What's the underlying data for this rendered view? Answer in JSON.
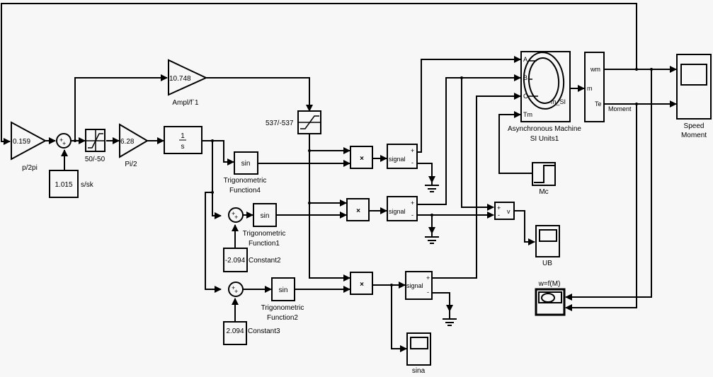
{
  "diagram": {
    "type": "simulink-block-diagram",
    "blocks": {
      "gain_p2pi": {
        "value": "0.159",
        "label": "p/2pi"
      },
      "sum1": {
        "signs": "++"
      },
      "const_ssk": {
        "value": "1.015",
        "label": "s/sk"
      },
      "sat1": {
        "label": "50/-50"
      },
      "gain_pi2": {
        "value": "6.28",
        "label": "Pi/2"
      },
      "integrator": {
        "num": "1",
        "den": "s"
      },
      "gain_ampl": {
        "value": "10.748",
        "label": "Ampl/f`1"
      },
      "sat2": {
        "label": "537/-537"
      },
      "trig4": {
        "fn": "sin",
        "label1": "Trigonometric",
        "label2": "Function4"
      },
      "trig1": {
        "fn": "sin",
        "label1": "Trigonometric",
        "label2": "Function1"
      },
      "trig2": {
        "fn": "sin",
        "label1": "Trigonometric",
        "label2": "Function2"
      },
      "const2": {
        "value": "-2.094",
        "label": "Constant2"
      },
      "const3": {
        "value": "2.094",
        "label": "Constant3"
      },
      "prod": {
        "symbol": "×"
      },
      "vsrc": {
        "label": "signal",
        "plus": "+",
        "minus": "-"
      },
      "machine": {
        "ports": [
          "A",
          "B",
          "C",
          "Tm"
        ],
        "out": "m_SI",
        "label1": "Asynchronous Machine",
        "label2": "SI Units1"
      },
      "demux": {
        "in": "m",
        "out1": "wm",
        "out2": "Te",
        "signal_label": "Moment"
      },
      "scope_speed": {
        "label1": "Speed",
        "label2": "Moment"
      },
      "step_mc": {
        "label": "Mc"
      },
      "vmeas": {
        "plus": "+",
        "minus": "-",
        "out": "v"
      },
      "scope_ub": {
        "label": "UB"
      },
      "xy_graph": {
        "label": "w=f(M)"
      },
      "scope_sina": {
        "label": "sina"
      }
    }
  }
}
